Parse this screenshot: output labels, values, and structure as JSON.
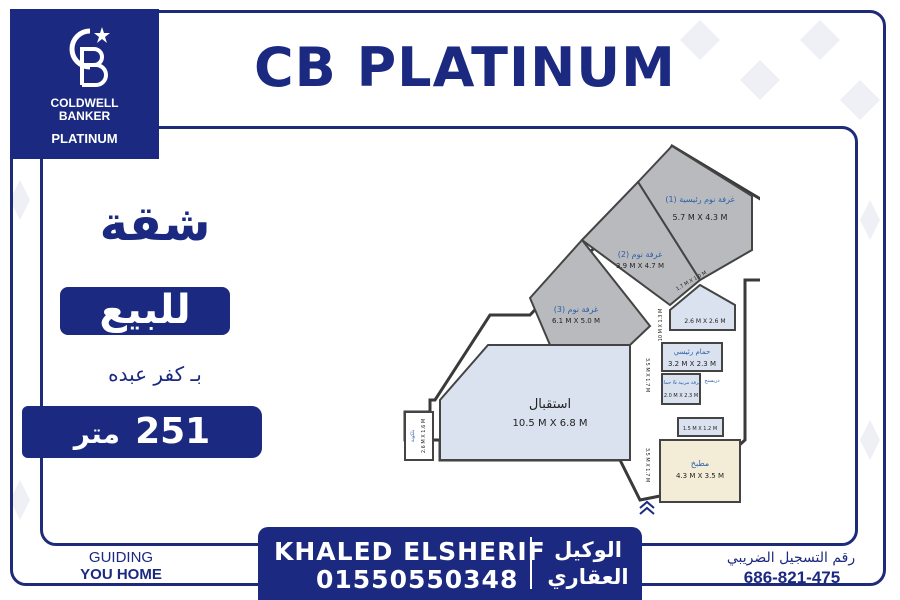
{
  "brand": {
    "logo_line1": "COLDWELL",
    "logo_line2": "BANKER",
    "logo_line3": "PLATINUM",
    "title": "CB PLATINUM",
    "primary_color": "#1b2a80"
  },
  "listing": {
    "type": "شقة",
    "status": "للبيع",
    "location": "بـ كفر عبده",
    "area_value": "251",
    "area_unit": "متر"
  },
  "floor_plan": {
    "rooms": [
      {
        "name": "غرفة نوم رئيسية (1)",
        "size": "5.7 M X 4.3 M"
      },
      {
        "name": "غرفة نوم (2)",
        "size": "3.9 M X 4.7 M"
      },
      {
        "name": "غرفة نوم (3)",
        "size": "6.1 M X 5.0 M"
      },
      {
        "name": "استقبال",
        "size": "10.5 M X 6.8 M"
      },
      {
        "name": "حمام رئيسي",
        "size": "3.2 M X 2.3 M"
      },
      {
        "name": "مطبخ",
        "size": "4.3 M X 3.5 M"
      }
    ],
    "small_labels": {
      "dressing": "دريسنج",
      "bath_small_size": "2.6 M X 2.6 M",
      "guest_bath": "غرفة مربية & حمام",
      "guest_bath_size": "2.0 M X 2.3 M",
      "storage_size": "1.5 M X 1.2 M",
      "corridor1": "3.5 M X 1.7 M",
      "corridor2": "3.5 M X 1.7 M",
      "corridor3": "10 M X 1.3 M",
      "balcony1": "2.6 M X 1.6 M",
      "balcony2": "1.7 M X 1.0 M",
      "balcony": "بلكونة"
    }
  },
  "agent": {
    "name": "KHALED ELSHERIF",
    "phone": "01550550348",
    "title_line1": "الوكيل",
    "title_line2": "العقاري"
  },
  "footer": {
    "slogan_line1": "GUIDING",
    "slogan_line2": "YOU HOME",
    "tax_label": "رقم التسجيل الضريبي",
    "tax_number": "686-821-475"
  }
}
